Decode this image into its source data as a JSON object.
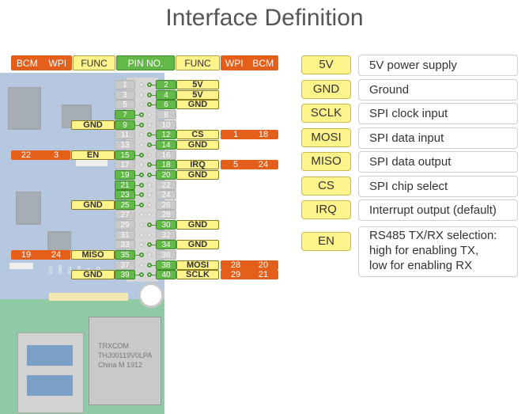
{
  "title": "Interface Definition",
  "colors": {
    "orange": "#e35f1a",
    "yellow": "#fff38c",
    "green": "#63b947",
    "gray_pin": "#c9c9c9",
    "board": "#5b86b8"
  },
  "header_labels": {
    "left_bcm_wpi": [
      "BCM",
      "WPI"
    ],
    "left_func": "FUNC",
    "pin_no": "PIN NO.",
    "right_func": "FUNC",
    "right_wpi_bcm": [
      "WPI",
      "BCM"
    ]
  },
  "pin_rows": [
    {
      "row": 1,
      "odd": "1",
      "odd_active": false,
      "even": "2",
      "even_active": true,
      "right_func": "5V"
    },
    {
      "row": 2,
      "odd": "3",
      "odd_active": false,
      "even": "4",
      "even_active": true,
      "right_func": "5V"
    },
    {
      "row": 3,
      "odd": "5",
      "odd_active": false,
      "even": "6",
      "even_active": true,
      "right_func": "GND"
    },
    {
      "row": 4,
      "odd": "7",
      "odd_active": true,
      "even": "8",
      "even_active": false
    },
    {
      "row": 5,
      "odd": "9",
      "odd_active": true,
      "even": "10",
      "even_active": false,
      "left_func": "GND"
    },
    {
      "row": 6,
      "odd": "11",
      "odd_active": false,
      "even": "12",
      "even_active": true,
      "right_func": "CS",
      "right_wpi": "1",
      "right_bcm": "18"
    },
    {
      "row": 7,
      "odd": "13",
      "odd_active": false,
      "even": "14",
      "even_active": true,
      "right_func": "GND"
    },
    {
      "row": 8,
      "odd": "15",
      "odd_active": true,
      "even": "16",
      "even_active": false,
      "left_func": "EN",
      "left_bcm": "22",
      "left_wpi": "3"
    },
    {
      "row": 9,
      "odd": "17",
      "odd_active": false,
      "even": "18",
      "even_active": true,
      "right_func": "IRQ",
      "right_wpi": "5",
      "right_bcm": "24"
    },
    {
      "row": 10,
      "odd": "19",
      "odd_active": true,
      "even": "20",
      "even_active": true,
      "right_func": "GND"
    },
    {
      "row": 11,
      "odd": "21",
      "odd_active": true,
      "even": "22",
      "even_active": false
    },
    {
      "row": 12,
      "odd": "23",
      "odd_active": true,
      "even": "24",
      "even_active": false
    },
    {
      "row": 13,
      "odd": "25",
      "odd_active": true,
      "even": "26",
      "even_active": false,
      "left_func": "GND"
    },
    {
      "row": 14,
      "odd": "27",
      "odd_active": false,
      "even": "28",
      "even_active": false
    },
    {
      "row": 15,
      "odd": "29",
      "odd_active": false,
      "even": "30",
      "even_active": true,
      "right_func": "GND"
    },
    {
      "row": 16,
      "odd": "31",
      "odd_active": false,
      "even": "32",
      "even_active": false
    },
    {
      "row": 17,
      "odd": "33",
      "odd_active": false,
      "even": "34",
      "even_active": true,
      "right_func": "GND"
    },
    {
      "row": 18,
      "odd": "35",
      "odd_active": true,
      "even": "36",
      "even_active": false,
      "left_func": "MISO",
      "left_bcm": "19",
      "left_wpi": "24"
    },
    {
      "row": 19,
      "odd": "37",
      "odd_active": false,
      "even": "38",
      "even_active": true,
      "right_func": "MOSI",
      "right_wpi": "28",
      "right_bcm": "20"
    },
    {
      "row": 20,
      "odd": "39",
      "odd_active": true,
      "even": "40",
      "even_active": true,
      "left_func": "GND",
      "right_func": "SCLK",
      "right_wpi": "29",
      "right_bcm": "21"
    }
  ],
  "legend": [
    {
      "tag": "5V",
      "desc": "5V power supply"
    },
    {
      "tag": "GND",
      "desc": "Ground"
    },
    {
      "tag": "SCLK",
      "desc": "SPI clock input"
    },
    {
      "tag": "MOSI",
      "desc": "SPI data input"
    },
    {
      "tag": "MISO",
      "desc": "SPI data output"
    },
    {
      "tag": "CS",
      "desc": "SPI chip select"
    },
    {
      "tag": "IRQ",
      "desc": "Interrupt output (default)"
    },
    {
      "tag": "EN",
      "desc": "RS485 TX/RX selection:\nhigh for enabling TX,\nlow for enabling RX"
    }
  ],
  "board_labels": {
    "pin_strip": [
      "VCC",
      "GND",
      "SCL",
      "SDA",
      "EN",
      "IRQ"
    ],
    "eth_text": [
      "TRXCOM",
      "THJ00119V0LPA",
      "China M 1912"
    ]
  }
}
